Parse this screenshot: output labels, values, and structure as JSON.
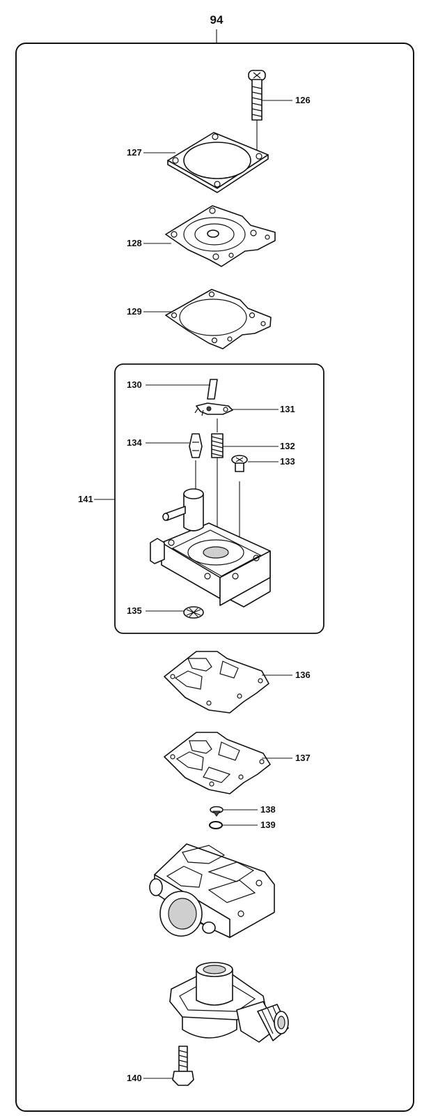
{
  "assembly_number": "94",
  "subassembly_number": "141",
  "parts": [
    {
      "ref": "126",
      "name": "screw"
    },
    {
      "ref": "127",
      "name": "pump-cover"
    },
    {
      "ref": "128",
      "name": "pump-diaphragm"
    },
    {
      "ref": "129",
      "name": "gasket"
    },
    {
      "ref": "130",
      "name": "pin"
    },
    {
      "ref": "131",
      "name": "metering-lever"
    },
    {
      "ref": "132",
      "name": "spring"
    },
    {
      "ref": "133",
      "name": "screw"
    },
    {
      "ref": "134",
      "name": "inlet-needle"
    },
    {
      "ref": "135",
      "name": "filter-screen"
    },
    {
      "ref": "136",
      "name": "gasket"
    },
    {
      "ref": "137",
      "name": "metering-diaphragm"
    },
    {
      "ref": "138",
      "name": "check-valve"
    },
    {
      "ref": "139",
      "name": "o-ring"
    },
    {
      "ref": "140",
      "name": "bolt"
    }
  ]
}
